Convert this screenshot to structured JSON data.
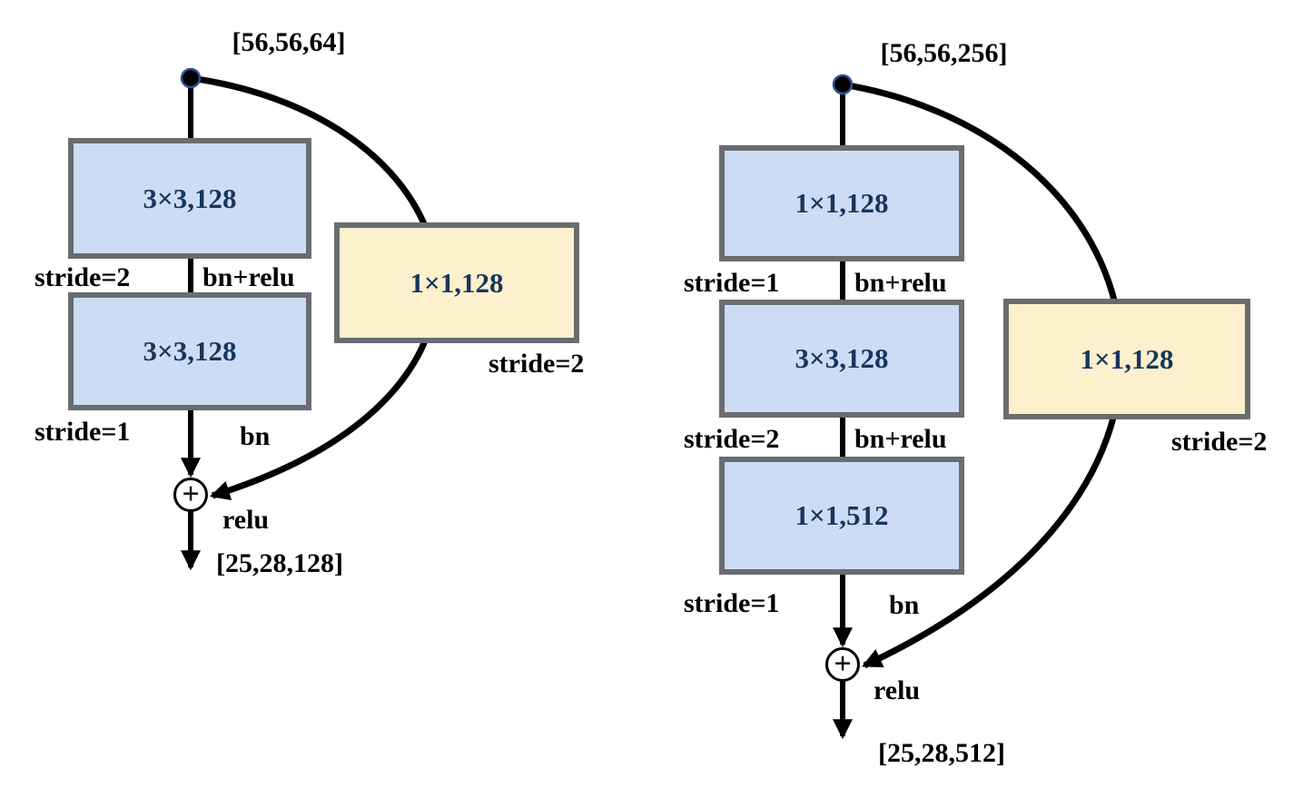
{
  "colors": {
    "box_blue": "#cddcf5",
    "box_yellow": "#fdf0cc",
    "box_border": "#696c70",
    "box_text": "#17365d",
    "line": "#000000"
  },
  "left_block": {
    "input_shape": "[56,56,64]",
    "conv1": {
      "label": "3×3,128",
      "stride": "stride=2",
      "post": "bn+relu"
    },
    "conv2": {
      "label": "3×3,128",
      "stride": "stride=1",
      "post": "bn"
    },
    "shortcut": {
      "label": "1×1,128",
      "stride": "stride=2"
    },
    "add_symbol": "+",
    "add_activation": "relu",
    "output_shape": "[25,28,128]"
  },
  "right_block": {
    "input_shape": "[56,56,256]",
    "conv1": {
      "label": "1×1,128",
      "stride": "stride=1",
      "post": "bn+relu"
    },
    "conv2": {
      "label": "3×3,128",
      "stride": "stride=2",
      "post": "bn+relu"
    },
    "conv3": {
      "label": "1×1,512",
      "stride": "stride=1",
      "post": "bn"
    },
    "shortcut": {
      "label": "1×1,128",
      "stride": "stride=2"
    },
    "add_symbol": "+",
    "add_activation": "relu",
    "output_shape": "[25,28,512]"
  }
}
